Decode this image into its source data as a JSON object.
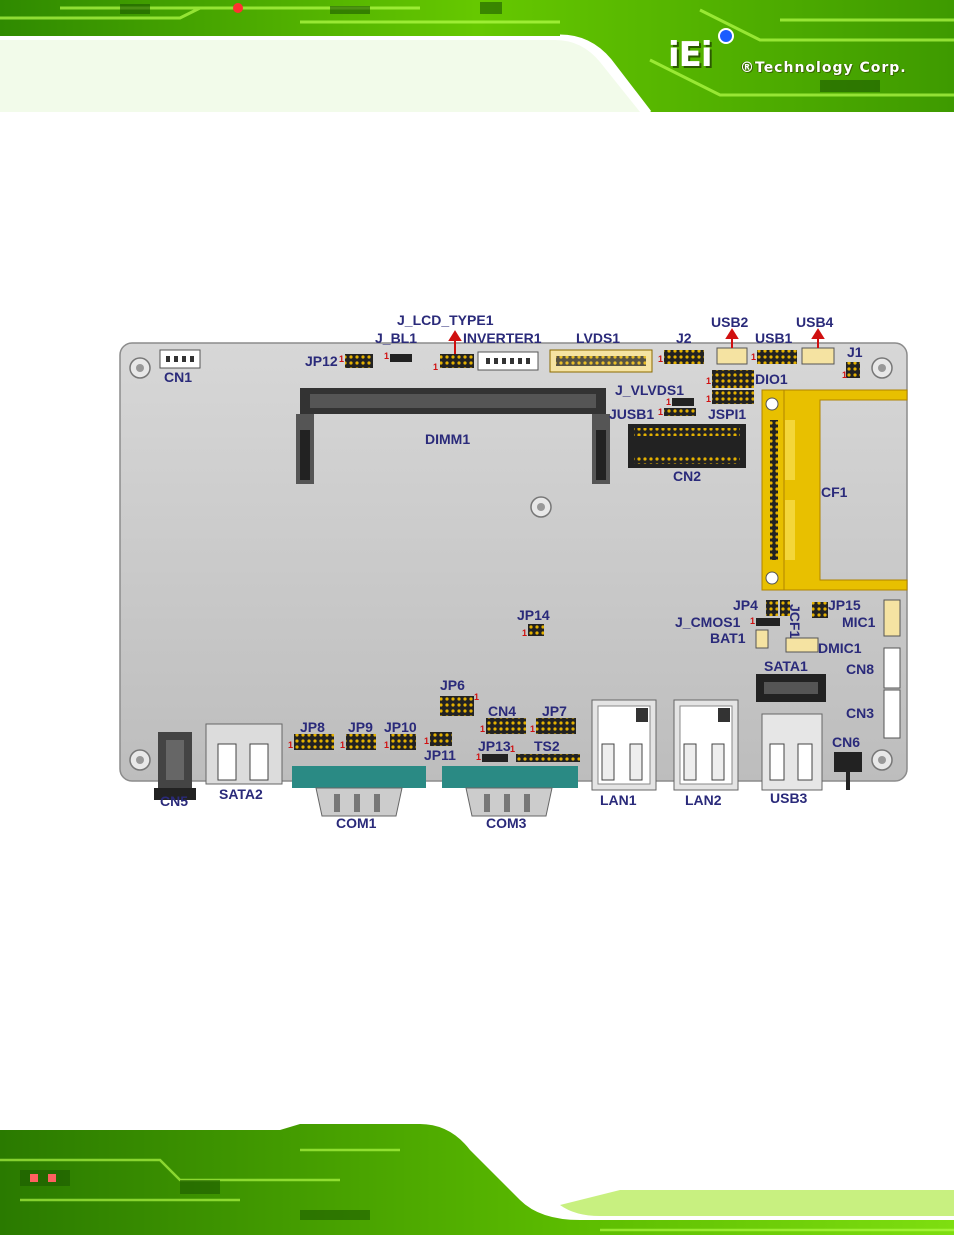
{
  "brand": {
    "logo_letters": "iEi",
    "company": "®Technology Corp."
  },
  "colors": {
    "header_green": "#6fd400",
    "board_grey": "#c9c9c9",
    "label_navy": "#2a2a7a",
    "arrow_red": "#d01010",
    "cf_gold": "#e8b400"
  },
  "labels": {
    "j_lcd_type1": "J_LCD_TYPE1",
    "j_bl1": "J_BL1",
    "inverter1": "INVERTER1",
    "lvds1": "LVDS1",
    "j2": "J2",
    "usb2": "USB2",
    "usb1": "USB1",
    "usb4": "USB4",
    "j1": "J1",
    "jp12": "JP12",
    "cn1": "CN1",
    "dio1": "DIO1",
    "j_vlvds1": "J_VLVDS1",
    "jusb1": "JUSB1",
    "jspi1": "JSPI1",
    "dimm1": "DIMM1",
    "cn2": "CN2",
    "cf1": "CF1",
    "jp14": "JP14",
    "jp4": "JP4",
    "jcf1": "JCF1",
    "jp15": "JP15",
    "j_cmos1": "J_CMOS1",
    "mic1": "MIC1",
    "bat1": "BAT1",
    "dmic1": "DMIC1",
    "sata1": "SATA1",
    "cn8": "CN8",
    "jp6": "JP6",
    "cn4": "CN4",
    "jp7": "JP7",
    "cn3": "CN3",
    "jp8": "JP8",
    "jp9": "JP9",
    "jp10": "JP10",
    "jp13": "JP13",
    "ts2": "TS2",
    "cn6": "CN6",
    "jp11": "JP11",
    "cn5": "CN5",
    "sata2": "SATA2",
    "com1": "COM1",
    "com3": "COM3",
    "lan1": "LAN1",
    "lan2": "LAN2",
    "usb3": "USB3"
  }
}
